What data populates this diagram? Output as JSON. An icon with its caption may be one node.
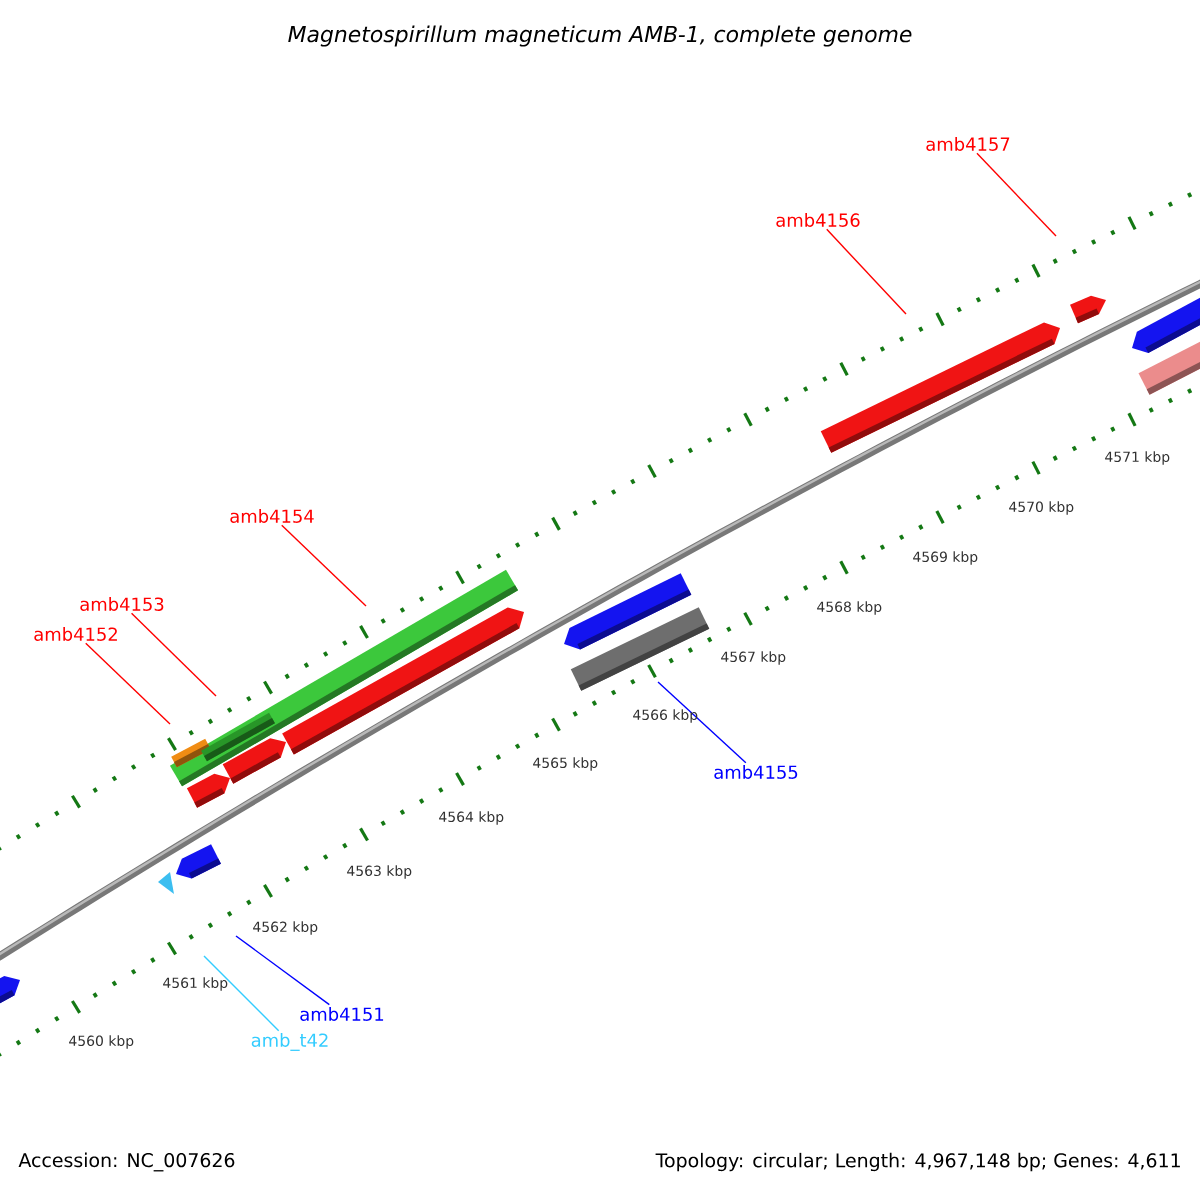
{
  "diagram": {
    "title": "Magnetospirillum magneticum AMB-1, complete genome",
    "nodes": [
      {
        "text": [
          "amb4157"
        ]
      },
      {
        "text": [
          "amb4156"
        ]
      },
      {
        "text": [
          "amb4154"
        ]
      },
      {
        "text": [
          "amb4153"
        ]
      },
      {
        "text": [
          "amb4152"
        ]
      },
      {
        "text": [
          "amb4155"
        ]
      },
      {
        "text": [
          "amb4151"
        ]
      },
      {
        "text": [
          "amb_t42"
        ]
      }
    ],
    "edges": [
      {
        "from": 0,
        "to": null,
        "arrow": "none"
      },
      {
        "from": 1,
        "to": null,
        "arrow": "none"
      },
      {
        "from": 2,
        "to": null,
        "arrow": "none"
      },
      {
        "from": 3,
        "to": null,
        "arrow": "none"
      },
      {
        "from": 4,
        "to": null,
        "arrow": "none"
      },
      {
        "from": 5,
        "to": null,
        "arrow": "none",
        "color": "#0000ff"
      },
      {
        "from": 6,
        "to": null,
        "arrow": "none",
        "color": "#0000ff"
      },
      {
        "from": 7,
        "to": null,
        "arrow": "none",
        "color": "#33ccff"
      }
    ],
    "labels": [
      "4560 kbp",
      "4561 kbp",
      "4562 kbp",
      "4563 kbp",
      "4564 kbp",
      "4565 kbp",
      "4566 kbp",
      "4567 kbp",
      "4568 kbp",
      "4569 kbp",
      "4570 kbp",
      "4571 kbp",
      "Accession: NC_007626",
      "Topology: circular; Length: 4,967,148 bp; Genes: 4,611"
    ]
  }
}
